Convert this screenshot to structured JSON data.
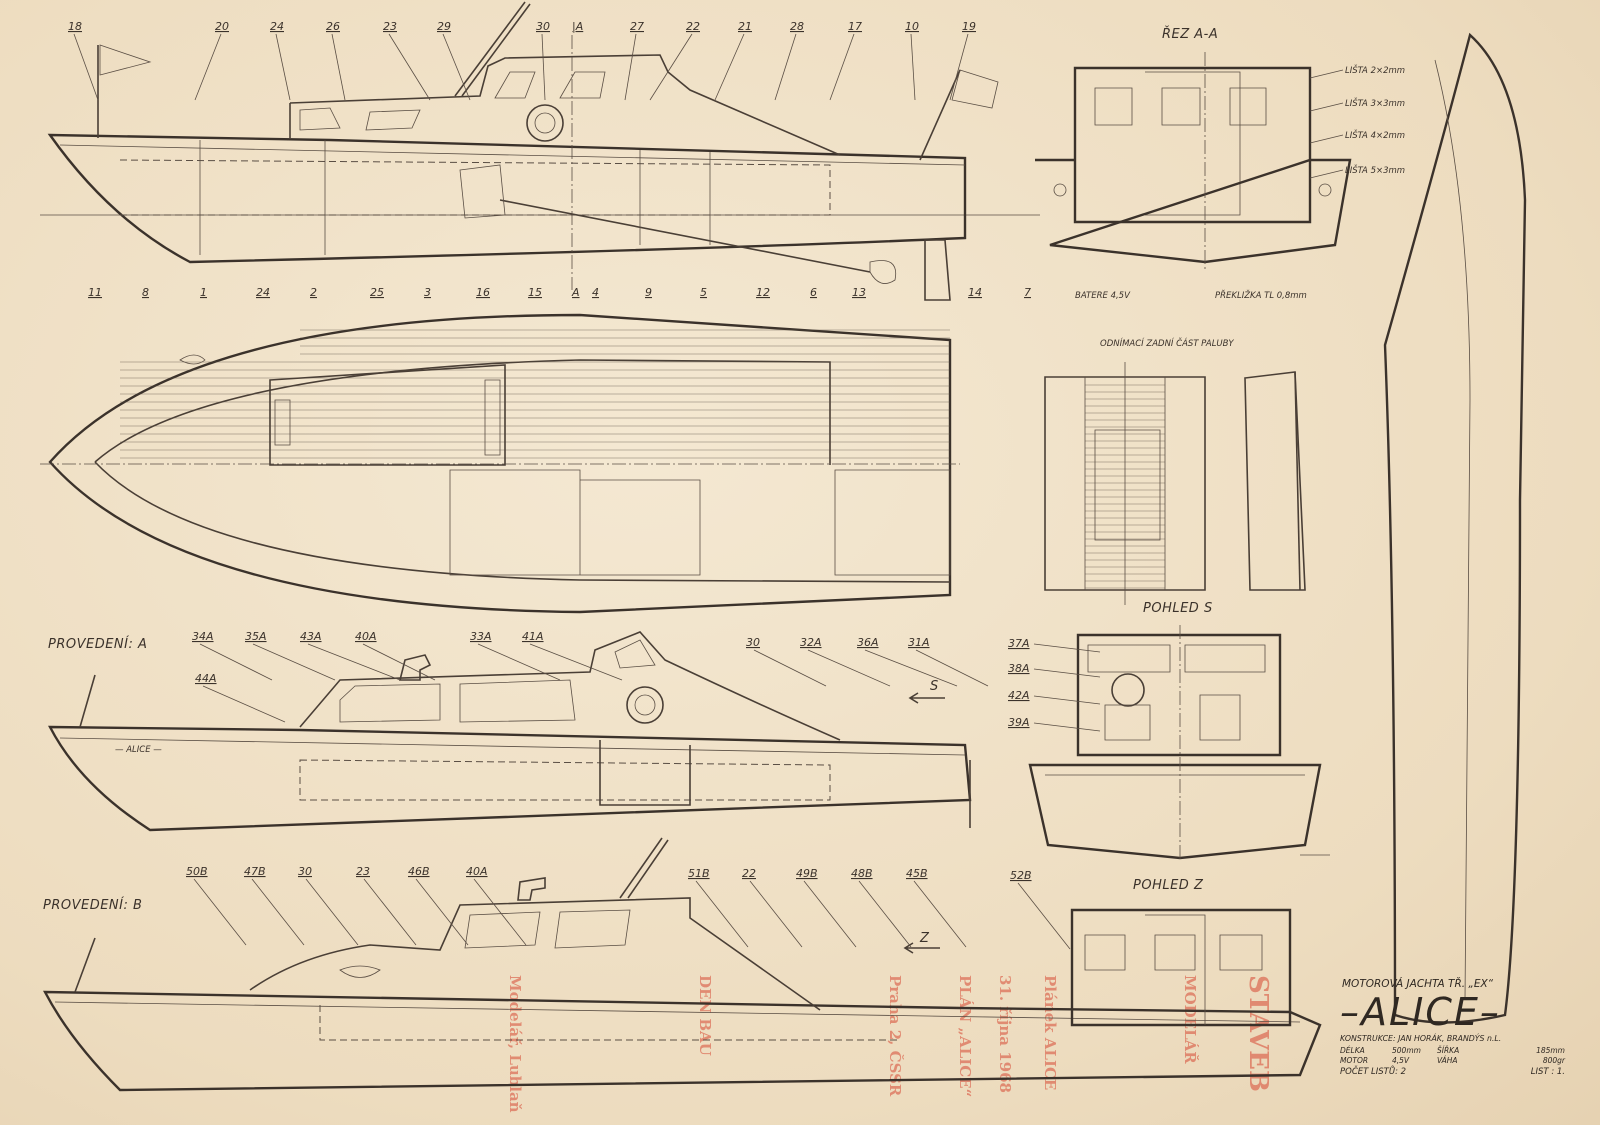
{
  "side_view": {
    "top_labels": [
      "18",
      "20",
      "24",
      "26",
      "23",
      "29",
      "30",
      "|A",
      "27",
      "22",
      "21",
      "28",
      "17",
      "10",
      "19"
    ],
    "bottom_labels": [
      "11",
      "8",
      "1",
      "24",
      "2",
      "25",
      "3",
      "16",
      "15",
      "A",
      "4",
      "9",
      "5",
      "12",
      "6",
      "13",
      "14",
      "7"
    ]
  },
  "variant_a": {
    "title": "PROVEDENÍ: A",
    "labels": [
      "34A",
      "35A",
      "43A",
      "40A",
      "33A",
      "41A",
      "30",
      "32A",
      "36A",
      "31A",
      "44A"
    ],
    "arrow_label": "S",
    "hull_name": "— ALICE —"
  },
  "variant_b": {
    "title": "PROVEDENÍ: B",
    "labels": [
      "50B",
      "47B",
      "30",
      "23",
      "46B",
      "40A",
      "51B",
      "22",
      "49B",
      "48B",
      "45B",
      "52B"
    ],
    "arrow_label": "Z"
  },
  "section": {
    "title": "ŘEZ A-A",
    "notes": [
      "LIŠTA 2×2mm",
      "LIŠTA 3×3mm",
      "LIŠTA 4×2mm",
      "LIŠTA 5×3mm",
      "BATERE 4,5V",
      "PŘEKLIŽKA TL 0,8mm"
    ]
  },
  "removable_deck": {
    "title": "ODNÍMACÍ ZADNÍ ČÁST PALUBY"
  },
  "view_s": {
    "title": "POHLED S",
    "labels": [
      "37A",
      "38A",
      "42A",
      "39A"
    ]
  },
  "view_z": {
    "title": "POHLED Z"
  },
  "title_block": {
    "subtitle": "MOTOROVÁ JACHTA  TŘ. „EX“",
    "name": "–ALICE–",
    "designer": "KONSTRUKCE: JAN HORÁK, BRANDÝS n.L.",
    "length_label": "DÉLKA",
    "length_value": "500mm",
    "width_label": "ŠÍŘKA",
    "width_value": "185mm",
    "motor_label": "MOTOR",
    "motor_value": "4,5V",
    "weight_label": "VÁHA",
    "weight_value": "800gr",
    "sheets_label": "POČET LISTŮ: 2",
    "sheet_label": "LIST : 1."
  },
  "bleed_through": [
    "STAVEB",
    "MODELÁŘ",
    "Plánek ALICE",
    "31. října 1968",
    "PLÁN „ALICE“",
    "Praha 2, ČSSR",
    "DEN BAU",
    "Modelář, Lublaň"
  ]
}
